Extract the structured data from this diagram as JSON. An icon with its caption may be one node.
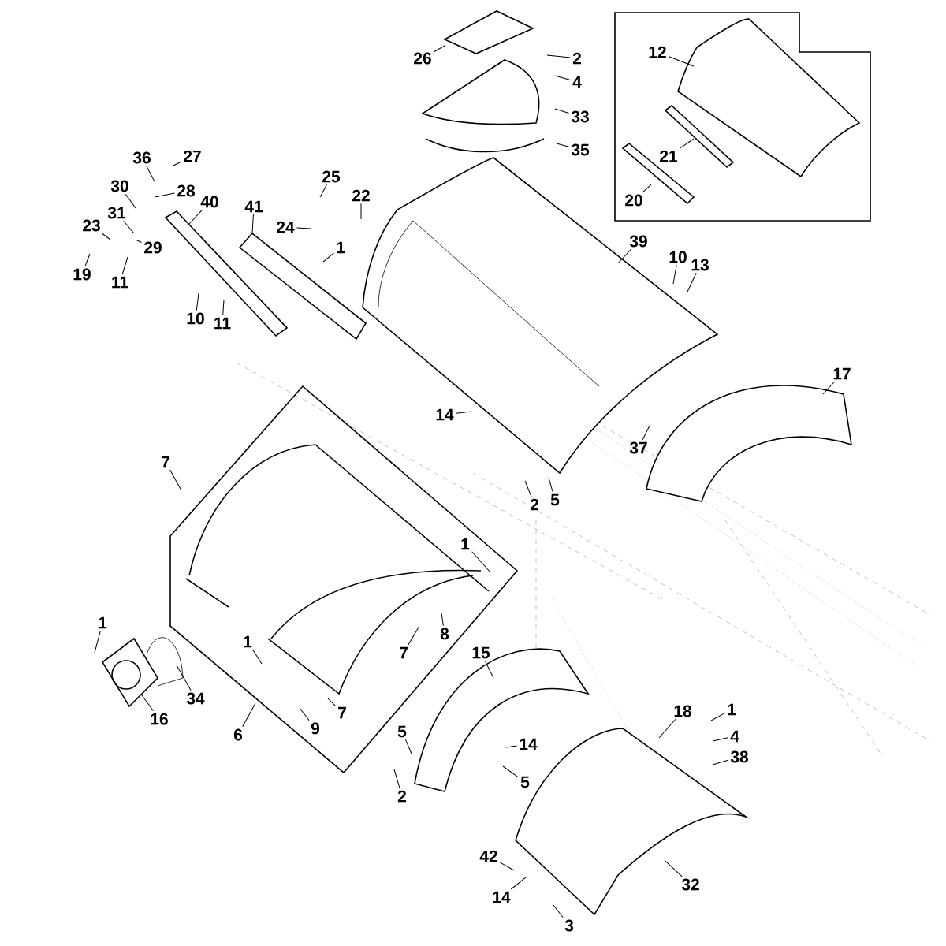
{
  "diagram": {
    "nodes": [
      {
        "text": [
          "26"
        ]
      },
      {
        "text": [
          "2"
        ]
      },
      {
        "text": [
          "4"
        ]
      },
      {
        "text": [
          "33"
        ]
      },
      {
        "text": [
          "35"
        ]
      },
      {
        "text": [
          "12"
        ]
      },
      {
        "text": [
          "21"
        ]
      },
      {
        "text": [
          "20"
        ]
      },
      {
        "text": [
          "39"
        ]
      },
      {
        "text": [
          "10"
        ]
      },
      {
        "text": [
          "13"
        ]
      },
      {
        "text": [
          "17"
        ]
      },
      {
        "text": [
          "36"
        ]
      },
      {
        "text": [
          "27"
        ]
      },
      {
        "text": [
          "30"
        ]
      },
      {
        "text": [
          "28"
        ]
      },
      {
        "text": [
          "31"
        ]
      },
      {
        "text": [
          "23"
        ]
      },
      {
        "text": [
          "29"
        ]
      },
      {
        "text": [
          "19"
        ]
      },
      {
        "text": [
          "11"
        ]
      },
      {
        "text": [
          "40"
        ]
      },
      {
        "text": [
          "41"
        ]
      },
      {
        "text": [
          "25"
        ]
      },
      {
        "text": [
          "22"
        ]
      },
      {
        "text": [
          "24"
        ]
      },
      {
        "text": [
          "1"
        ]
      },
      {
        "text": [
          "10"
        ]
      },
      {
        "text": [
          "11"
        ]
      },
      {
        "text": [
          "14"
        ]
      },
      {
        "text": [
          "37"
        ]
      },
      {
        "text": [
          "2"
        ]
      },
      {
        "text": [
          "5"
        ]
      },
      {
        "text": [
          "7"
        ]
      },
      {
        "text": [
          "1"
        ]
      },
      {
        "text": [
          "1"
        ]
      },
      {
        "text": [
          "1"
        ]
      },
      {
        "text": [
          "7"
        ]
      },
      {
        "text": [
          "8"
        ]
      },
      {
        "text": [
          "34"
        ]
      },
      {
        "text": [
          "16"
        ]
      },
      {
        "text": [
          "6"
        ]
      },
      {
        "text": [
          "9"
        ]
      },
      {
        "text": [
          "7"
        ]
      },
      {
        "text": [
          "15"
        ]
      },
      {
        "text": [
          "18"
        ]
      },
      {
        "text": [
          "1"
        ]
      },
      {
        "text": [
          "4"
        ]
      },
      {
        "text": [
          "38"
        ]
      },
      {
        "text": [
          "5"
        ]
      },
      {
        "text": [
          "2"
        ]
      },
      {
        "text": [
          "14"
        ]
      },
      {
        "text": [
          "5"
        ]
      },
      {
        "text": [
          "42"
        ]
      },
      {
        "text": [
          "14"
        ]
      },
      {
        "text": [
          "32"
        ]
      },
      {
        "text": [
          "3"
        ]
      }
    ],
    "edges": [
      {
        "from": 0,
        "to": null,
        "arrow": "none"
      },
      {
        "from": 1,
        "to": null,
        "arrow": "none"
      },
      {
        "from": 2,
        "to": null,
        "arrow": "none"
      },
      {
        "from": 3,
        "to": null,
        "arrow": "none"
      },
      {
        "from": 4,
        "to": null,
        "arrow": "none"
      },
      {
        "from": 5,
        "to": null,
        "arrow": "none"
      },
      {
        "from": 6,
        "to": null,
        "arrow": "none"
      },
      {
        "from": 7,
        "to": null,
        "arrow": "none"
      },
      {
        "from": 8,
        "to": null,
        "arrow": "none"
      },
      {
        "from": 9,
        "to": null,
        "arrow": "none"
      },
      {
        "from": 10,
        "to": null,
        "arrow": "none"
      },
      {
        "from": 11,
        "to": null,
        "arrow": "none"
      },
      {
        "from": 12,
        "to": null,
        "arrow": "none"
      },
      {
        "from": 13,
        "to": null,
        "arrow": "none"
      },
      {
        "from": 14,
        "to": null,
        "arrow": "none"
      },
      {
        "from": 15,
        "to": null,
        "arrow": "none"
      },
      {
        "from": 16,
        "to": null,
        "arrow": "none"
      },
      {
        "from": 17,
        "to": null,
        "arrow": "none"
      },
      {
        "from": 18,
        "to": null,
        "arrow": "none"
      },
      {
        "from": 19,
        "to": null,
        "arrow": "none"
      },
      {
        "from": 20,
        "to": null,
        "arrow": "none"
      },
      {
        "from": 21,
        "to": null,
        "arrow": "none"
      },
      {
        "from": 22,
        "to": null,
        "arrow": "none"
      },
      {
        "from": 23,
        "to": null,
        "arrow": "none"
      },
      {
        "from": 24,
        "to": null,
        "arrow": "none"
      },
      {
        "from": 25,
        "to": null,
        "arrow": "none"
      },
      {
        "from": 26,
        "to": null,
        "arrow": "none"
      },
      {
        "from": 27,
        "to": null,
        "arrow": "none"
      },
      {
        "from": 28,
        "to": null,
        "arrow": "none"
      },
      {
        "from": 29,
        "to": null,
        "arrow": "none"
      },
      {
        "from": 30,
        "to": null,
        "arrow": "none"
      },
      {
        "from": 31,
        "to": null,
        "arrow": "none"
      },
      {
        "from": 32,
        "to": null,
        "arrow": "none"
      },
      {
        "from": 33,
        "to": null,
        "arrow": "none"
      },
      {
        "from": 34,
        "to": null,
        "arrow": "none"
      },
      {
        "from": 35,
        "to": null,
        "arrow": "none"
      },
      {
        "from": 36,
        "to": null,
        "arrow": "none"
      },
      {
        "from": 37,
        "to": null,
        "arrow": "none"
      },
      {
        "from": 38,
        "to": null,
        "arrow": "none"
      },
      {
        "from": 39,
        "to": null,
        "arrow": "none"
      },
      {
        "from": 40,
        "to": null,
        "arrow": "none"
      },
      {
        "from": 41,
        "to": null,
        "arrow": "none"
      },
      {
        "from": 42,
        "to": null,
        "arrow": "none"
      },
      {
        "from": 43,
        "to": null,
        "arrow": "none"
      },
      {
        "from": 44,
        "to": null,
        "arrow": "none"
      },
      {
        "from": 45,
        "to": null,
        "arrow": "none"
      },
      {
        "from": 46,
        "to": null,
        "arrow": "none"
      },
      {
        "from": 47,
        "to": null,
        "arrow": "none"
      },
      {
        "from": 48,
        "to": null,
        "arrow": "none"
      },
      {
        "from": 49,
        "to": null,
        "arrow": "none"
      },
      {
        "from": 50,
        "to": null,
        "arrow": "none"
      },
      {
        "from": 51,
        "to": null,
        "arrow": "none"
      },
      {
        "from": 52,
        "to": null,
        "arrow": "none"
      },
      {
        "from": 53,
        "to": null,
        "arrow": "none"
      },
      {
        "from": 54,
        "to": null,
        "arrow": "none"
      },
      {
        "from": 55,
        "to": null,
        "arrow": "none"
      },
      {
        "from": 56,
        "to": null,
        "arrow": "none"
      }
    ]
  }
}
